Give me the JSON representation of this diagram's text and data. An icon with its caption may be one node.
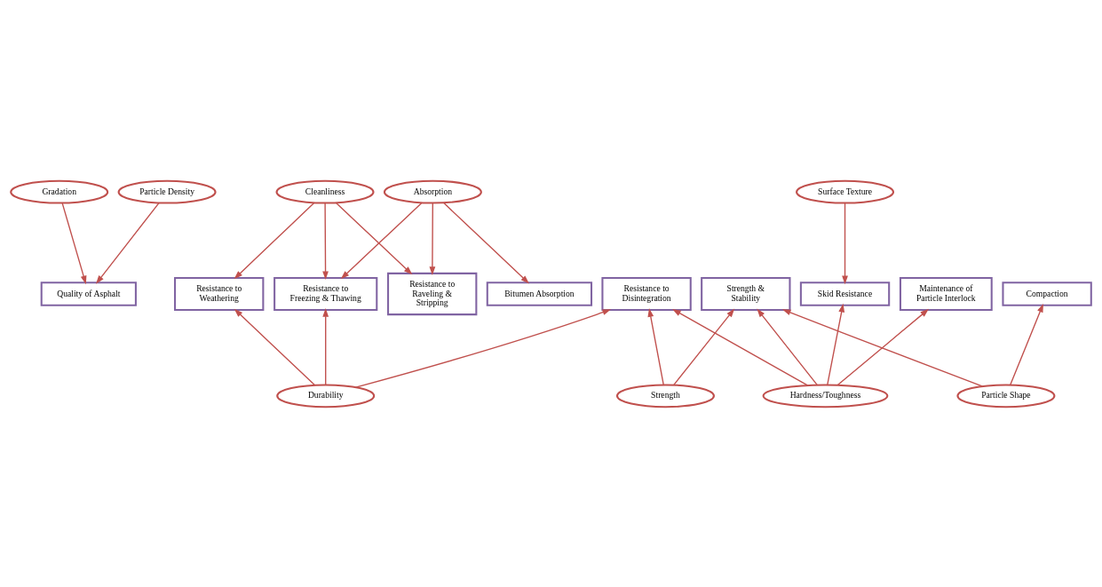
{
  "diagram": {
    "nodes": [
      {
        "text": [
          "Gradation"
        ]
      },
      {
        "text": [
          "Particle Density"
        ]
      },
      {
        "text": [
          "Cleanliness"
        ]
      },
      {
        "text": [
          "Absorption"
        ]
      },
      {
        "text": [
          "Surface Texture"
        ]
      },
      {
        "text": [
          "Quality of Asphalt"
        ]
      },
      {
        "text": [
          "Resistance to Raveling & Stripping"
        ]
      },
      {
        "text": [
          "Resistance to Freezing & Thawing"
        ]
      },
      {
        "text": [
          "Bitumen Absorption"
        ]
      },
      {
        "text": [
          "Resistance to Weathering"
        ]
      },
      {
        "text": [
          "Skid Resistance"
        ]
      },
      {
        "text": [
          "Resistance to Disintegration"
        ]
      },
      {
        "text": [
          "Maintenance of Particle Interlock"
        ]
      },
      {
        "text": [
          "Compaction"
        ]
      },
      {
        "text": [
          "Strength & Stability"
        ]
      },
      {
        "text": [
          "Particle Shape"
        ]
      },
      {
        "text": [
          "Strength"
        ]
      },
      {
        "text": [
          "Durability"
        ]
      },
      {
        "text": [
          "Hardness/Toughness"
        ]
      }
    ],
    "edges": [
      {
        "from": 0,
        "to": 5,
        "arrow": "to"
      },
      {
        "from": 1,
        "to": 5,
        "arrow": "to"
      },
      {
        "from": 2,
        "to": 6,
        "arrow": "to"
      },
      {
        "from": 2,
        "to": 7,
        "arrow": "to"
      },
      {
        "from": 2,
        "to": 9,
        "arrow": "to"
      },
      {
        "from": 3,
        "to": 6,
        "arrow": "to"
      },
      {
        "from": 3,
        "to": 7,
        "arrow": "to"
      },
      {
        "from": 3,
        "to": 8,
        "arrow": "to"
      },
      {
        "from": 4,
        "to": 10,
        "arrow": "to"
      },
      {
        "from": 15,
        "to": 13,
        "arrow": "to"
      },
      {
        "from": 15,
        "to": 14,
        "arrow": "to"
      },
      {
        "from": 16,
        "to": 14,
        "arrow": "to"
      },
      {
        "from": 16,
        "to": 11,
        "arrow": "to"
      },
      {
        "from": 17,
        "to": 11,
        "arrow": "to"
      },
      {
        "from": 17,
        "to": 9,
        "arrow": "to"
      },
      {
        "from": 17,
        "to": 7,
        "arrow": "to"
      },
      {
        "from": 18,
        "to": 14,
        "arrow": "to"
      },
      {
        "from": 18,
        "to": 11,
        "arrow": "to"
      },
      {
        "from": 18,
        "to": 12,
        "arrow": "to"
      },
      {
        "from": 18,
        "to": 10,
        "arrow": "to"
      }
    ]
  }
}
